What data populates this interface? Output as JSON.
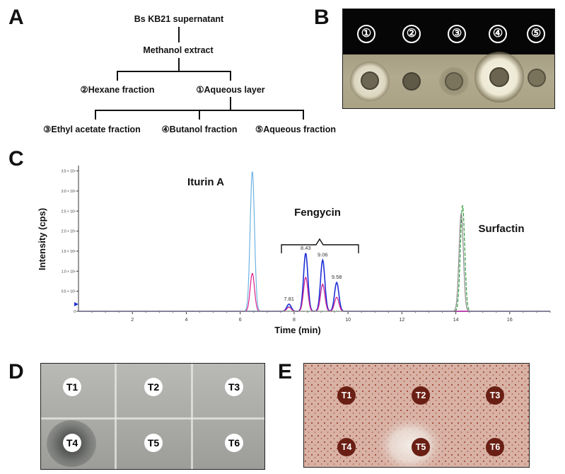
{
  "panels": {
    "a": "A",
    "b": "B",
    "c": "C",
    "d": "D",
    "e": "E"
  },
  "fractionation": {
    "root": "Bs KB21 supernatant",
    "extract": "Methanol extract",
    "hexane": "②Hexane fraction",
    "aqueous_layer": "①Aqueous layer",
    "ethyl_acetate": "③Ethyl acetate fraction",
    "butanol": "④Butanol fraction",
    "aqueous_fraction": "⑤Aqueous fraction"
  },
  "plate_b": {
    "labels": [
      "①",
      "②",
      "③",
      "④",
      "⑤"
    ]
  },
  "chart_data": {
    "type": "line",
    "xlabel": "Time (min)",
    "ylabel": "Intensity (cps)",
    "xlim": [
      0,
      17.5
    ],
    "ylim": [
      0,
      3.6
    ],
    "x_ticks": [
      "2",
      "4",
      "6",
      "8",
      "10",
      "12",
      "14",
      "16"
    ],
    "y_ticks": [
      "0",
      "0.5 × 10⁶",
      "1.0 × 10⁶",
      "1.5 × 10⁶",
      "2.0 × 10⁶",
      "2.5 × 10⁶",
      "3.0 × 10⁶",
      "3.5 × 10⁶"
    ],
    "annotations": {
      "iturin": "Iturin A",
      "fengycin": "Fengycin",
      "surfactin": "Surfactin"
    },
    "peak_labels": [
      "7.81",
      "8.43",
      "9.06",
      "9.58"
    ],
    "series": [
      {
        "color": "#6fb3e4",
        "peaks": [
          [
            6.45,
            3.5
          ],
          [
            7.81,
            0.12
          ],
          [
            8.43,
            0.85
          ],
          [
            9.06,
            0.65
          ],
          [
            9.58,
            0.35
          ]
        ]
      },
      {
        "color": "#1f2fd6",
        "peaks": [
          [
            7.81,
            0.18
          ],
          [
            8.43,
            1.45
          ],
          [
            9.06,
            1.28
          ],
          [
            9.58,
            0.72
          ]
        ]
      },
      {
        "color": "#e0208f",
        "peaks": [
          [
            6.45,
            0.95
          ],
          [
            7.81,
            0.1
          ],
          [
            8.43,
            0.85
          ],
          [
            9.06,
            0.68
          ],
          [
            9.58,
            0.35
          ]
        ]
      },
      {
        "color": "#2f9a3c",
        "peaks": [
          [
            14.25,
            2.65
          ]
        ]
      },
      {
        "color": "#8a8a8a",
        "peaks": [
          [
            14.2,
            2.45
          ]
        ]
      }
    ]
  },
  "plate_d": {
    "labels": [
      "T1",
      "T2",
      "T3",
      "T4",
      "T5",
      "T6"
    ]
  },
  "plate_e": {
    "labels": [
      "T1",
      "T2",
      "T3",
      "T4",
      "T5",
      "T6"
    ]
  }
}
